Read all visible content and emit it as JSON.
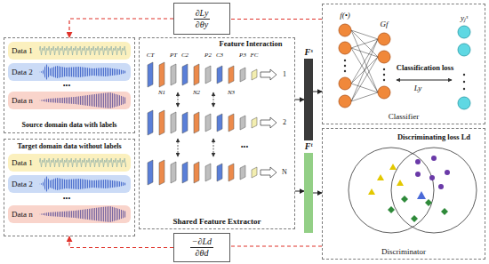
{
  "diagram": {
    "nodes": [
      {
        "text": [
          "∂Ly",
          "∂θy"
        ]
      },
      {
        "text": [
          "Source domain data with labels"
        ]
      },
      {
        "text": [
          "Data 1"
        ],
        "in": 1
      },
      {
        "text": [
          "Data 2"
        ],
        "in": 1
      },
      {
        "text": [
          "Data n"
        ],
        "in": 1
      },
      {
        "text": [
          "Shared Feature Extractor"
        ]
      },
      {
        "text": [
          "Fˢ"
        ]
      },
      {
        "text": [
          "Classifier"
        ]
      },
      {
        "text": [
          "Target domain data without labels"
        ]
      },
      {
        "text": [
          "Data 1"
        ],
        "in": 8
      },
      {
        "text": [
          "Data 2"
        ],
        "in": 8
      },
      {
        "text": [
          "Data n"
        ],
        "in": 8
      },
      {
        "text": [
          "Fᵗ"
        ]
      },
      {
        "text": [
          "Discriminator"
        ]
      },
      {
        "text": [
          "−∂Ld",
          "∂θd"
        ]
      }
    ],
    "edges": [
      {
        "from": 7,
        "to": 0,
        "arrow": "none"
      },
      {
        "from": 0,
        "to": 1,
        "arrow": "to"
      },
      {
        "from": 5,
        "to": 6,
        "arrow": "to"
      },
      {
        "from": 6,
        "to": 7,
        "arrow": "to"
      },
      {
        "from": 5,
        "to": 12,
        "arrow": "to"
      },
      {
        "from": 12,
        "to": 13,
        "arrow": "to"
      },
      {
        "from": 13,
        "to": 14,
        "arrow": "none"
      },
      {
        "from": 14,
        "to": 8,
        "arrow": "to"
      }
    ],
    "labels": [
      "•••",
      "•••",
      "Feature Interaction",
      "CT",
      "N1",
      "PT",
      "C2",
      "N2",
      "P2",
      "C3",
      "N3",
      "P3",
      "FC",
      "1",
      "2",
      "•••",
      "N",
      "f(•)",
      "Gf",
      "yⱼˢ",
      "Classification loss",
      "Ly",
      "Discriminating loss Ld"
    ]
  }
}
